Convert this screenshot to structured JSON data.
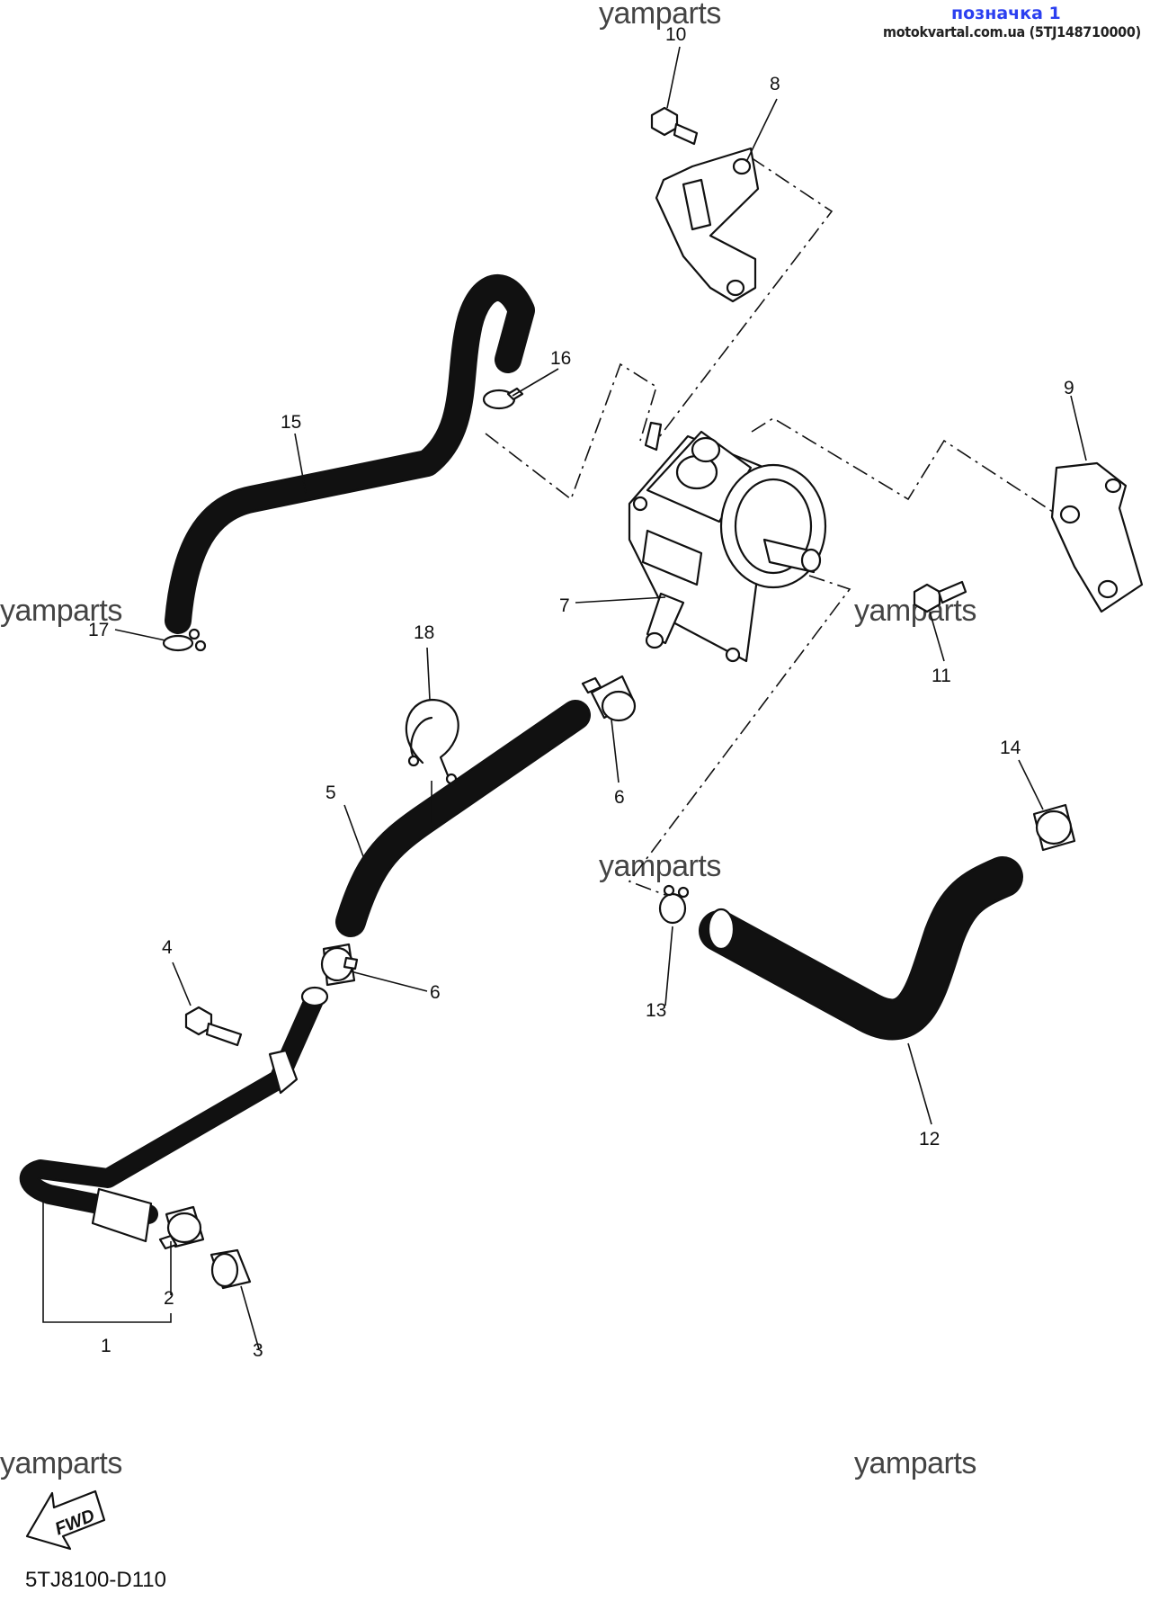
{
  "header": {
    "label": "позначка 1",
    "source": "motokvartal.com.ua (5TJ148710000)"
  },
  "watermark": "yamparts",
  "diagram_code": "5TJ8100-D110",
  "fwd_label": "FWD",
  "part_numbers": [
    "1",
    "2",
    "3",
    "4",
    "5",
    "6",
    "6",
    "7",
    "8",
    "9",
    "10",
    "11",
    "12",
    "13",
    "14",
    "15",
    "16",
    "17",
    "18"
  ]
}
